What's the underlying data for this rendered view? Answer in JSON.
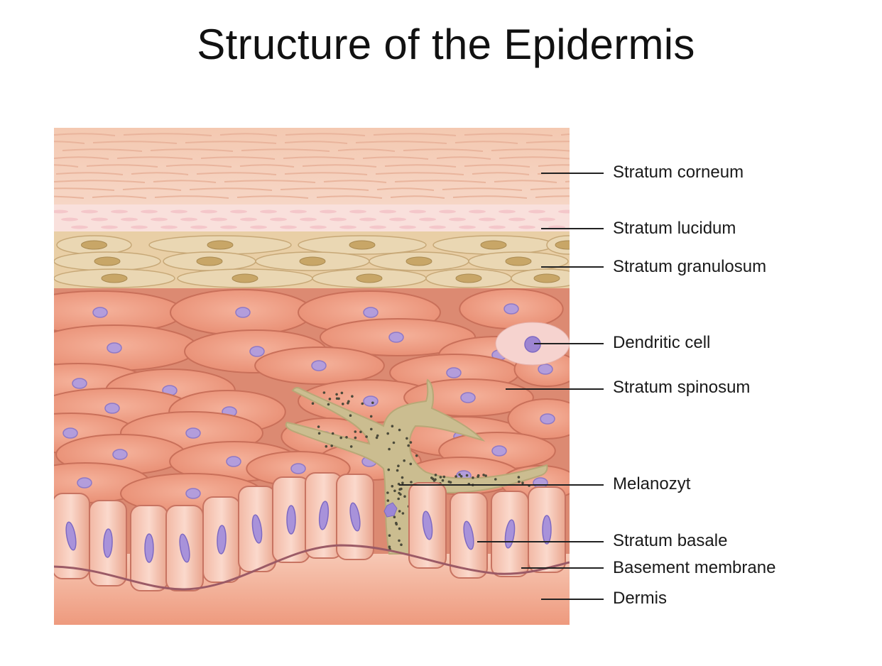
{
  "title": "Structure of the Epidermis",
  "labels": [
    {
      "id": "stratum-corneum",
      "text": "Stratum corneum"
    },
    {
      "id": "stratum-lucidum",
      "text": "Stratum lucidum"
    },
    {
      "id": "stratum-granulosum",
      "text": "Stratum granulosum"
    },
    {
      "id": "dendritic-cell",
      "text": "Dendritic cell"
    },
    {
      "id": "stratum-spinosum",
      "text": "Stratum spinosum"
    },
    {
      "id": "melanozyt",
      "text": "Melanozyt"
    },
    {
      "id": "stratum-basale",
      "text": "Stratum basale"
    },
    {
      "id": "basement-membrane",
      "text": "Basement membrane"
    },
    {
      "id": "dermis",
      "text": "Dermis"
    }
  ],
  "colors": {
    "corneum": "#f3c8b2",
    "lucidum": "#f8dcd6",
    "granulosum": "#e6c9a0",
    "spinosum": "#e9967c",
    "nucleus": "#b39ddb",
    "melanocyte": "#c9b98a",
    "dermis": "#f0a68a"
  }
}
